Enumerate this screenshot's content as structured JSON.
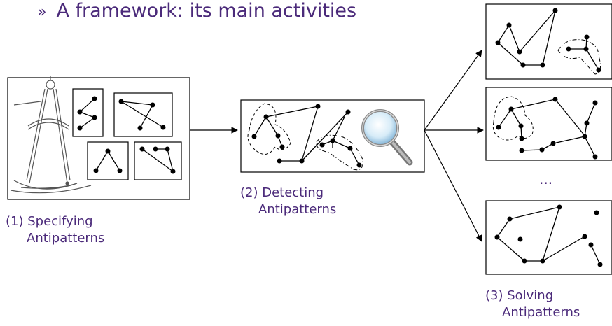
{
  "title": "A framework: its main activities",
  "bullet": "»",
  "steps": [
    {
      "line1": "(1) Specifying",
      "line2": "Antipatterns"
    },
    {
      "line1": "(2) Detecting",
      "line2": "Antipatterns"
    },
    {
      "line1": "(3) Solving",
      "line2": "Antipatterns"
    }
  ],
  "ellipsis": "...",
  "colors": {
    "text": "#4b2a7a",
    "ink": "#000000"
  }
}
